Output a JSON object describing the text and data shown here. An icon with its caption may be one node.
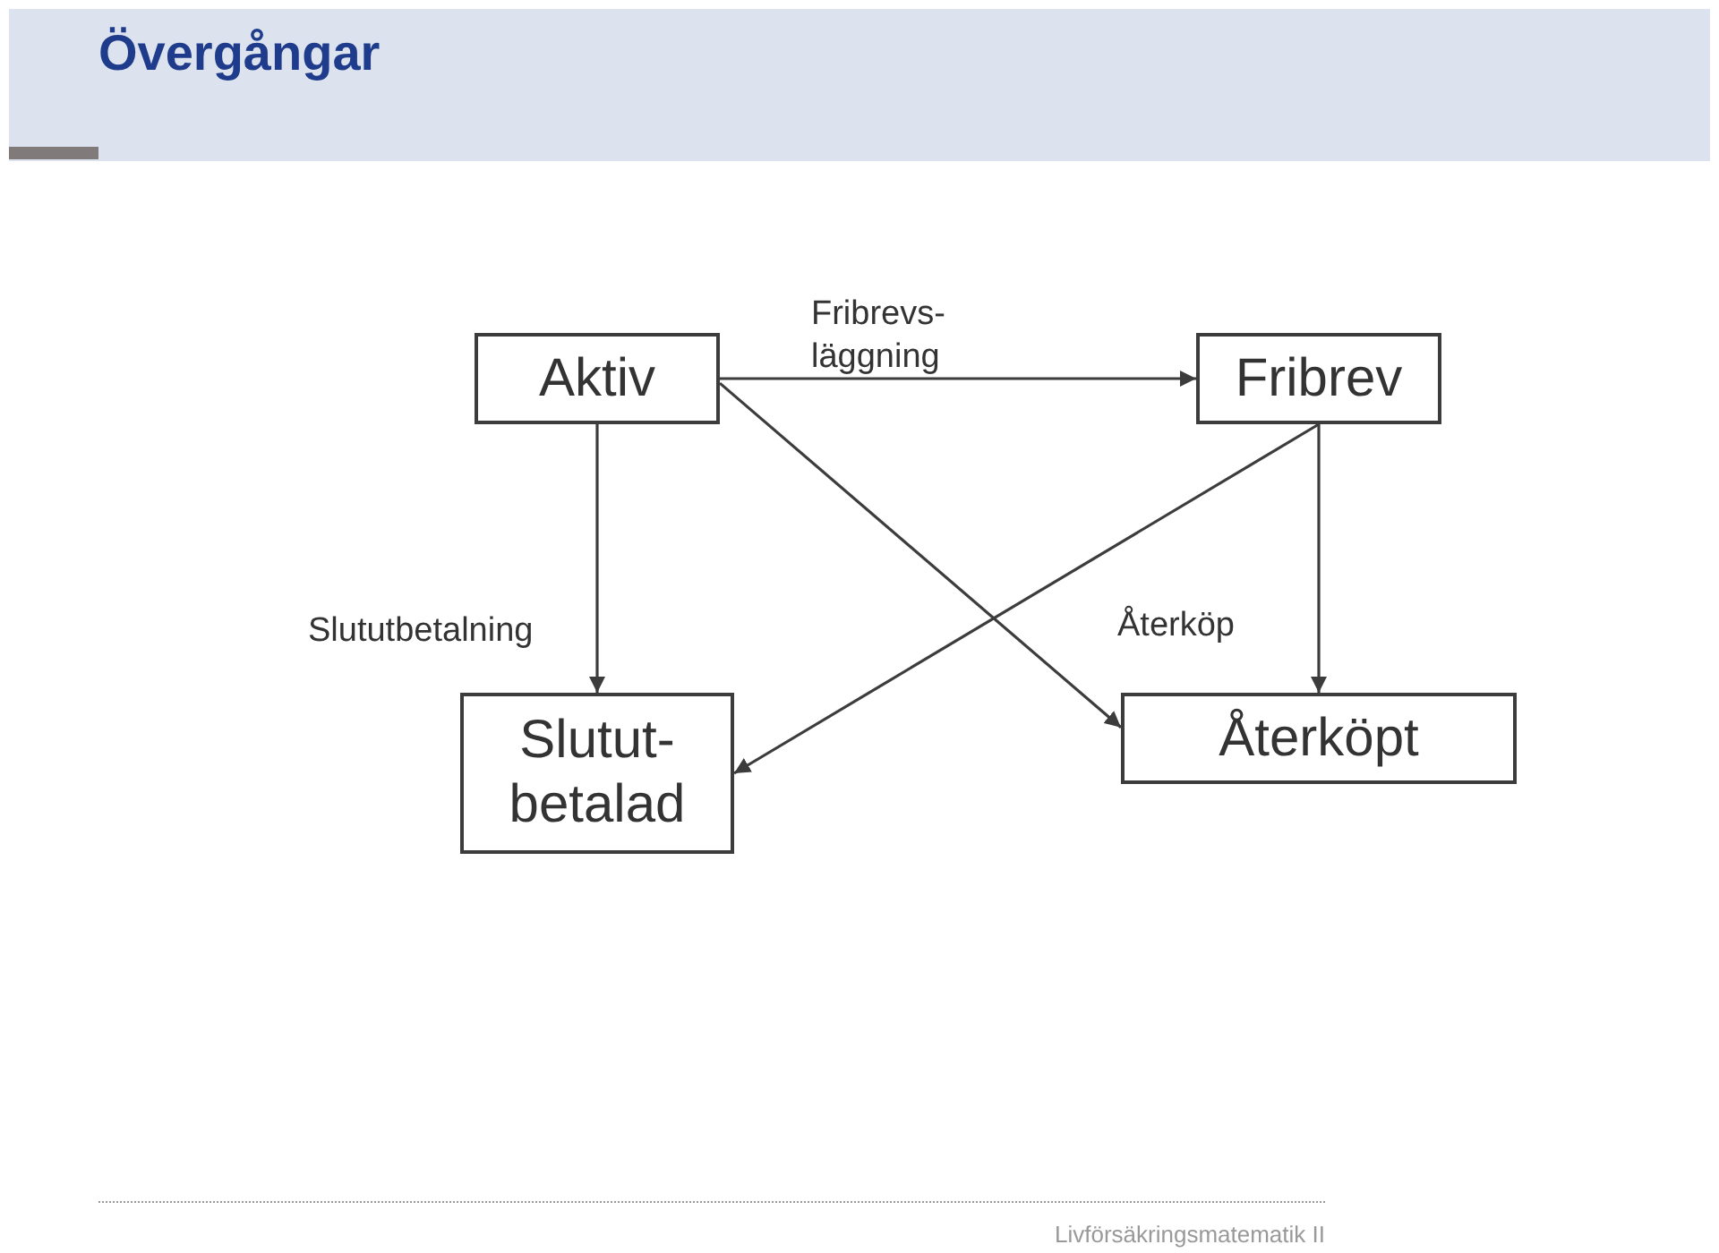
{
  "diagram": {
    "title": "Övergångar",
    "nodes": [
      {
        "text": [
          "Aktiv"
        ]
      },
      {
        "text": [
          "Fribrev"
        ]
      },
      {
        "text": [
          "Slutut- betalad"
        ]
      },
      {
        "text": [
          "Återköpt"
        ]
      }
    ],
    "edges": [
      {
        "from": 0,
        "to": 1,
        "arrow": "to",
        "label": "Fribrevs- läggning"
      },
      {
        "from": 0,
        "to": 2,
        "arrow": "to",
        "label": "Slututbetalning"
      },
      {
        "from": 0,
        "to": 3,
        "arrow": "to"
      },
      {
        "from": 1,
        "to": 2,
        "arrow": "to"
      },
      {
        "from": 1,
        "to": 3,
        "arrow": "to",
        "label": "Återköp"
      }
    ],
    "labels": [
      "Livförsäkringsmatematik II"
    ]
  }
}
